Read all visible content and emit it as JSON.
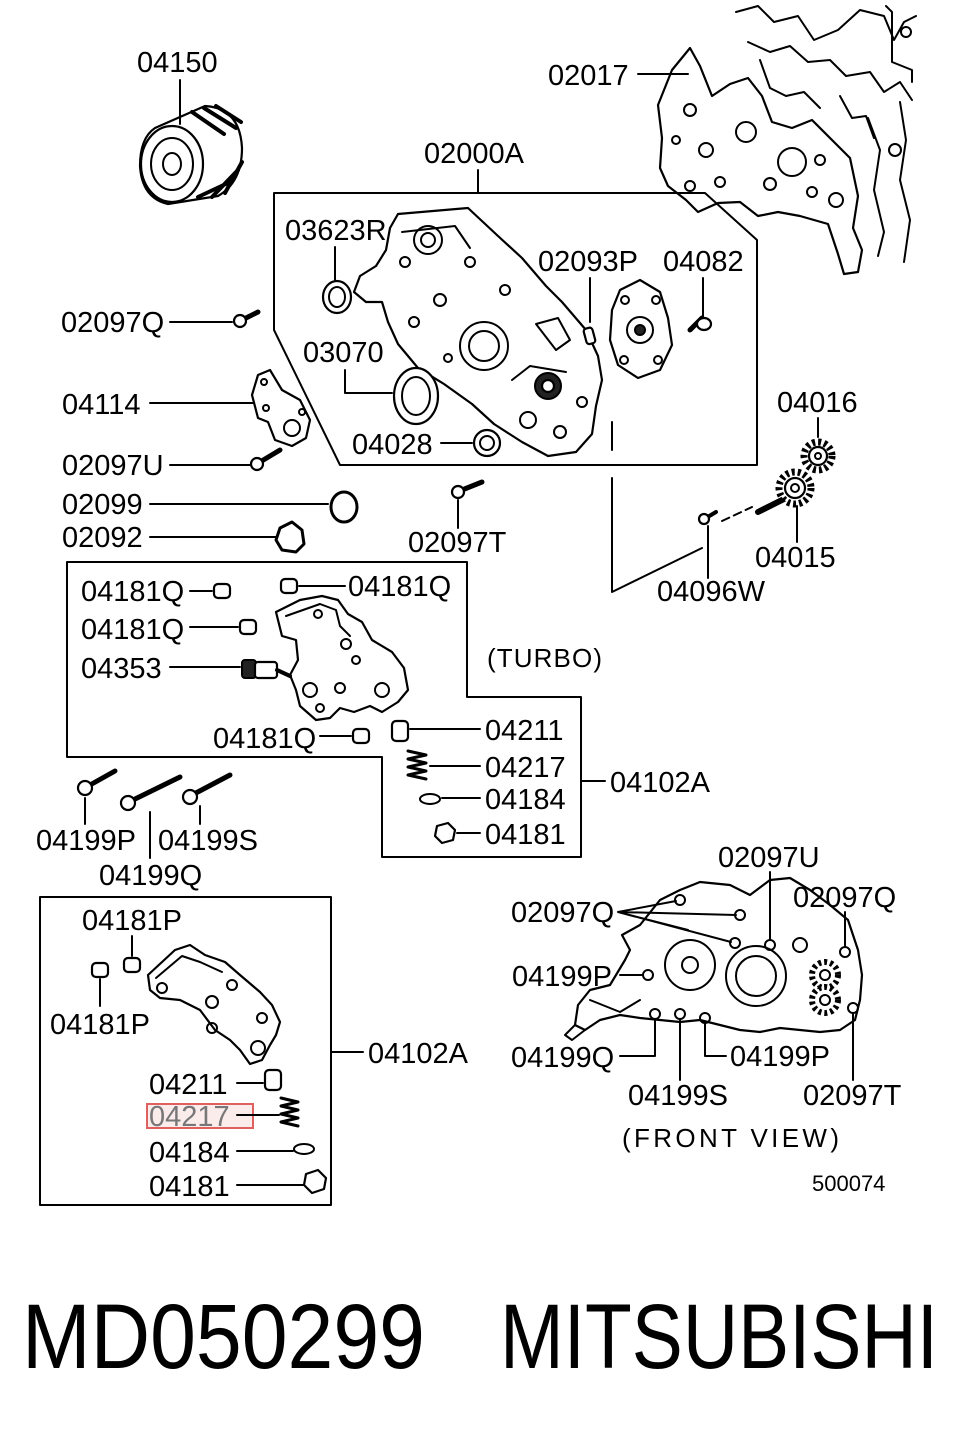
{
  "top_section": {
    "callouts": [
      "04150",
      "02017",
      "02000A",
      "03623R",
      "02093P",
      "04082",
      "02097Q",
      "03070",
      "04114",
      "04028",
      "04016",
      "02097U",
      "02099",
      "02097T",
      "02092",
      "04015",
      "04096W"
    ]
  },
  "turbo_oil_pump": {
    "variant_note": "(TURBO)",
    "callouts": [
      "04181Q",
      "04181Q",
      "04181Q",
      "04353",
      "04181Q",
      "04211",
      "04217",
      "04184",
      "04181",
      "04102A"
    ]
  },
  "bolts": {
    "callouts": [
      "04199P",
      "04199S",
      "04199Q"
    ]
  },
  "oil_pump": {
    "callouts": [
      "04181P",
      "04181P",
      "04211",
      "04217",
      "04184",
      "04181",
      "04102A"
    ]
  },
  "front_view": {
    "caption": "(FRONT VIEW)",
    "callouts": [
      "02097U",
      "02097Q",
      "02097Q",
      "04199P",
      "04199Q",
      "04199S",
      "04199P",
      "02097T"
    ]
  },
  "figure_code": "500074",
  "footer": {
    "part_number": "MD050299",
    "brand": "MITSUBISHI"
  },
  "colors": {
    "line": "#000000",
    "highlight": "#e06060",
    "highlight_fill": "#fbecec"
  }
}
